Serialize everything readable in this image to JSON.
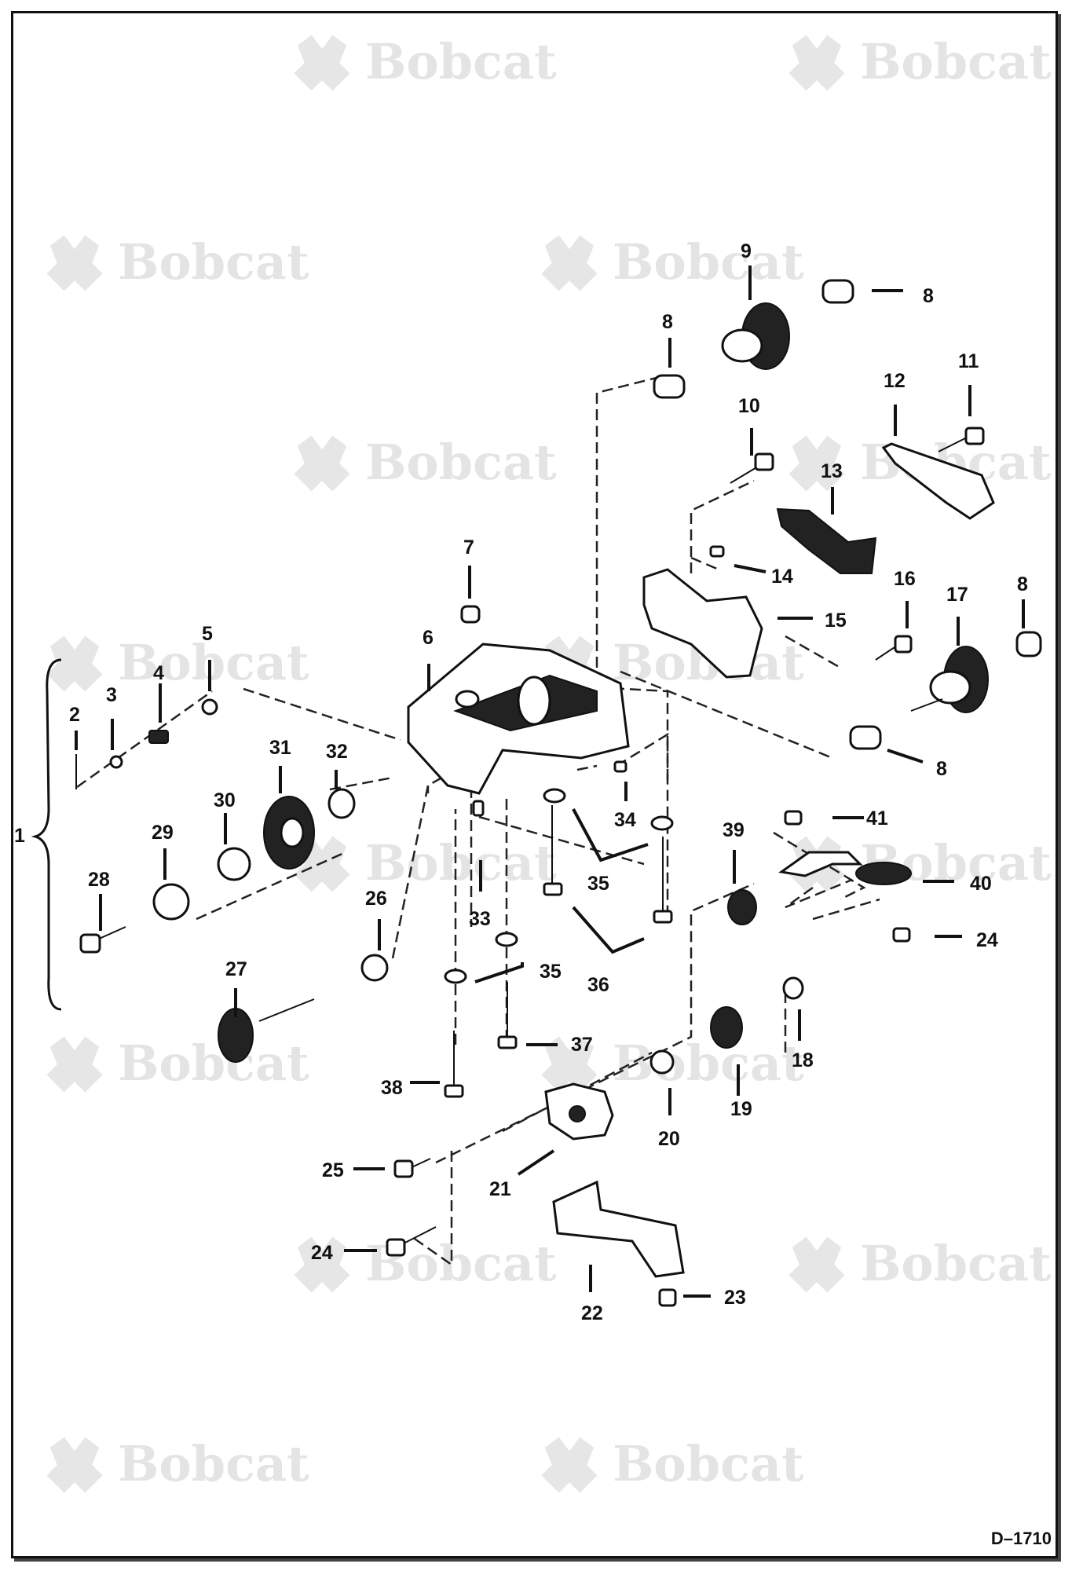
{
  "watermark": {
    "brand": "Bobcat"
  },
  "document": {
    "figure_id": "D–1710"
  },
  "callouts": [
    {
      "id": "1",
      "text": "1"
    },
    {
      "id": "2",
      "text": "2"
    },
    {
      "id": "3",
      "text": "3"
    },
    {
      "id": "4",
      "text": "4"
    },
    {
      "id": "5",
      "text": "5"
    },
    {
      "id": "6",
      "text": "6"
    },
    {
      "id": "7",
      "text": "7"
    },
    {
      "id": "8a",
      "text": "8"
    },
    {
      "id": "8b",
      "text": "8"
    },
    {
      "id": "8c",
      "text": "8"
    },
    {
      "id": "8d",
      "text": "8"
    },
    {
      "id": "9",
      "text": "9"
    },
    {
      "id": "10",
      "text": "10"
    },
    {
      "id": "11",
      "text": "11"
    },
    {
      "id": "12",
      "text": "12"
    },
    {
      "id": "13",
      "text": "13"
    },
    {
      "id": "14",
      "text": "14"
    },
    {
      "id": "15",
      "text": "15"
    },
    {
      "id": "16",
      "text": "16"
    },
    {
      "id": "17",
      "text": "17"
    },
    {
      "id": "18",
      "text": "18"
    },
    {
      "id": "19",
      "text": "19"
    },
    {
      "id": "20",
      "text": "20"
    },
    {
      "id": "21",
      "text": "21"
    },
    {
      "id": "22",
      "text": "22"
    },
    {
      "id": "23",
      "text": "23"
    },
    {
      "id": "24a",
      "text": "24"
    },
    {
      "id": "24b",
      "text": "24"
    },
    {
      "id": "25",
      "text": "25"
    },
    {
      "id": "26",
      "text": "26"
    },
    {
      "id": "27",
      "text": "27"
    },
    {
      "id": "28",
      "text": "28"
    },
    {
      "id": "29",
      "text": "29"
    },
    {
      "id": "30",
      "text": "30"
    },
    {
      "id": "31",
      "text": "31"
    },
    {
      "id": "32",
      "text": "32"
    },
    {
      "id": "33",
      "text": "33"
    },
    {
      "id": "34",
      "text": "34"
    },
    {
      "id": "35a",
      "text": "35"
    },
    {
      "id": "35b",
      "text": "35"
    },
    {
      "id": "36",
      "text": "36"
    },
    {
      "id": "37",
      "text": "37"
    },
    {
      "id": "38",
      "text": "38"
    },
    {
      "id": "39",
      "text": "39"
    },
    {
      "id": "40",
      "text": "40"
    },
    {
      "id": "41",
      "text": "41"
    }
  ]
}
